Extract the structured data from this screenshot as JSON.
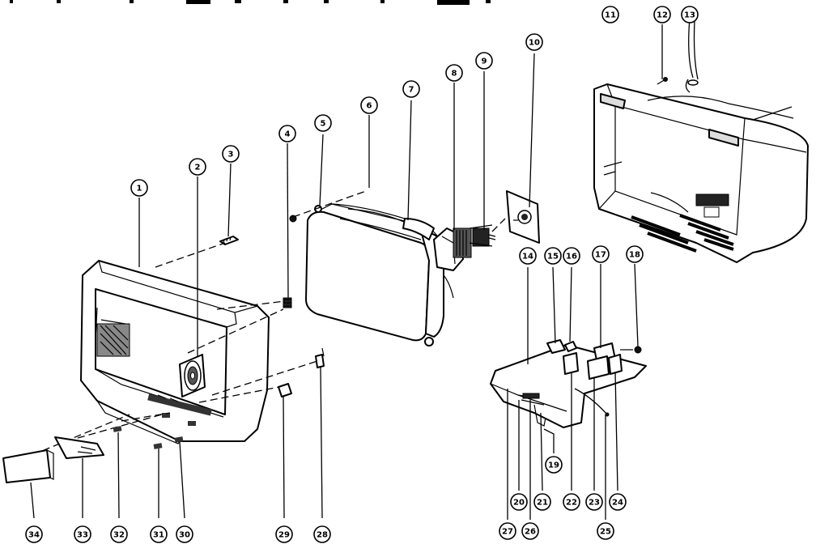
{
  "diagram": {
    "callouts": [
      {
        "n": "1"
      },
      {
        "n": "2"
      },
      {
        "n": "3"
      },
      {
        "n": "4"
      },
      {
        "n": "5"
      },
      {
        "n": "6"
      },
      {
        "n": "7"
      },
      {
        "n": "8"
      },
      {
        "n": "9"
      },
      {
        "n": "10"
      },
      {
        "n": "11"
      },
      {
        "n": "12"
      },
      {
        "n": "13"
      },
      {
        "n": "14"
      },
      {
        "n": "15"
      },
      {
        "n": "16"
      },
      {
        "n": "17"
      },
      {
        "n": "18"
      },
      {
        "n": "19"
      },
      {
        "n": "20"
      },
      {
        "n": "21"
      },
      {
        "n": "22"
      },
      {
        "n": "23"
      },
      {
        "n": "24"
      },
      {
        "n": "25"
      },
      {
        "n": "26"
      },
      {
        "n": "27"
      },
      {
        "n": "28"
      },
      {
        "n": "29"
      },
      {
        "n": "30"
      },
      {
        "n": "31"
      },
      {
        "n": "32"
      },
      {
        "n": "33"
      },
      {
        "n": "34"
      }
    ]
  }
}
